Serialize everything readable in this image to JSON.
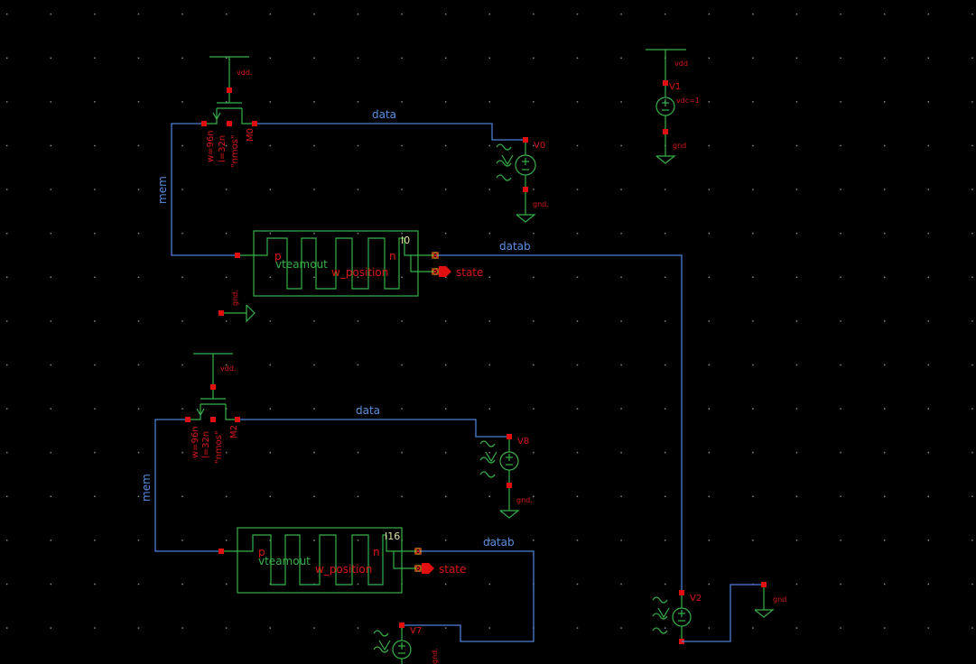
{
  "colors": {
    "background": "#000000",
    "wire": "#4a7fd6",
    "symbol": "#36b04a",
    "pin": "#e01010",
    "label": "#d81818",
    "pin_marker": "#e8a020"
  },
  "upper": {
    "transistor": {
      "w": "w=96n",
      "l": "l=32n",
      "model": "\"nmos\"",
      "name": "M0",
      "supply": "vdd."
    },
    "nets": {
      "data": "data",
      "mem": "mem",
      "datab": "datab"
    },
    "source": {
      "name": "V0",
      "ground": "gnd."
    },
    "memristor": {
      "instance": "I0",
      "p": "p",
      "n": "n",
      "out1": "vteamout",
      "out2": "w_position",
      "pin": "state"
    },
    "ground": "gnd."
  },
  "lower": {
    "transistor": {
      "w": "w=96n",
      "l": "l=32n",
      "model": "\"nmos\"",
      "name": "M2",
      "supply": "vdd."
    },
    "nets": {
      "data": "data",
      "mem": "mem",
      "datab": "datab"
    },
    "source": {
      "name": "V8",
      "ground": "gnd."
    },
    "memristor": {
      "instance": "I16",
      "p": "p",
      "n": "n",
      "out1": "vteamout",
      "out2": "w_position",
      "pin": "state"
    },
    "source2": {
      "name": "V7",
      "ground": "gnd."
    }
  },
  "supply_source": {
    "net": "vdd",
    "name": "V1",
    "value": "vdc=1",
    "ground": "gnd"
  },
  "right_source": {
    "name": "V2",
    "ground": "gnd"
  }
}
